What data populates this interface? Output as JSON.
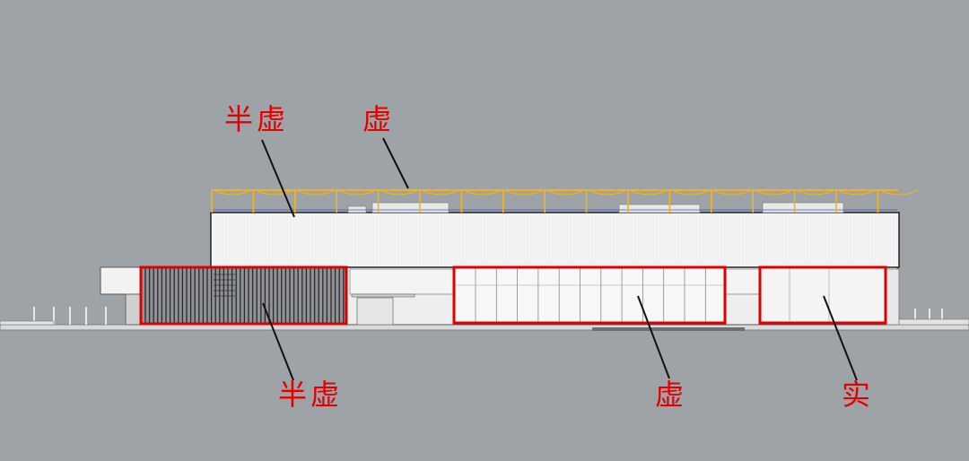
{
  "colors": {
    "background": "#9ea3a8",
    "annotation_text": "#e60000",
    "highlight_frame": "#e00000",
    "roof_railing": "#f2b21c",
    "leader_line": "#111111",
    "facade_panel": "#f6f6f6",
    "outline": "#222222"
  },
  "annotations": {
    "top_left": "半虚",
    "top_right": "虚",
    "bottom_left": "半虚",
    "bottom_middle": "虚",
    "bottom_right": "实"
  }
}
